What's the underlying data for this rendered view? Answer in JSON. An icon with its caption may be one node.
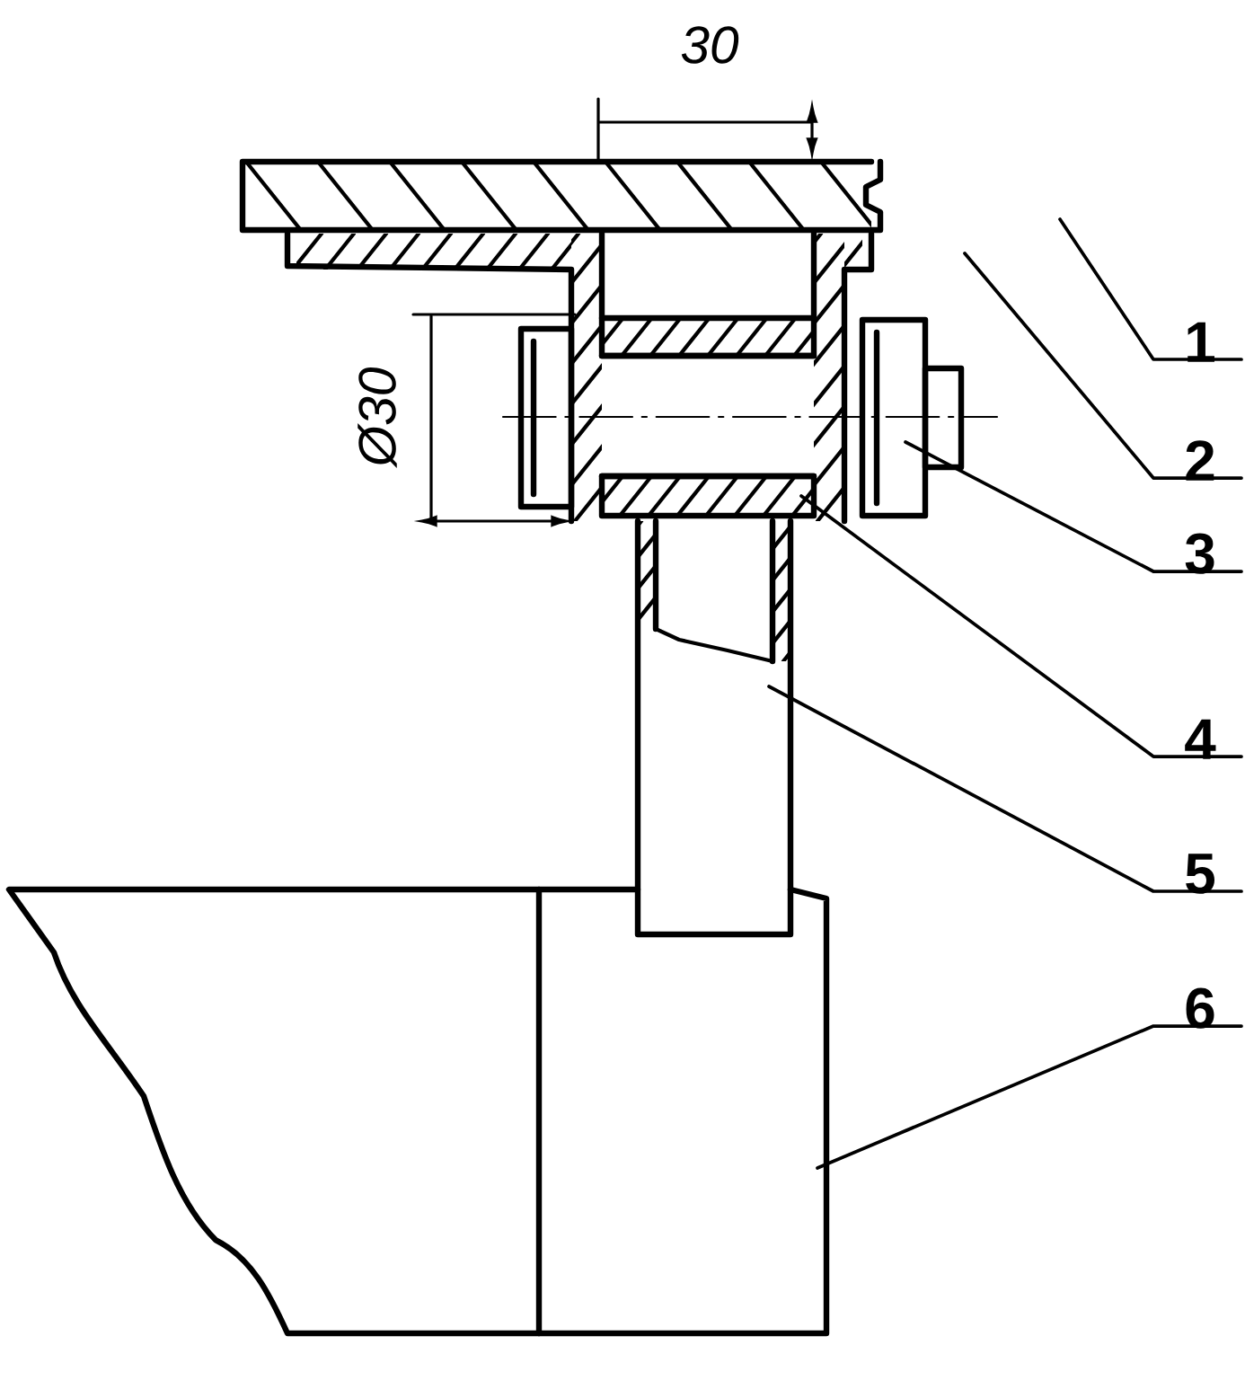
{
  "diagram": {
    "nodes": [
      {
        "text": [
          "1"
        ]
      },
      {
        "text": [
          "2"
        ]
      },
      {
        "text": [
          "3"
        ]
      },
      {
        "text": [
          "4"
        ]
      },
      {
        "text": [
          "5"
        ]
      },
      {
        "text": [
          "6"
        ]
      }
    ],
    "edges": [
      {
        "from": 0,
        "to": null,
        "arrow": "none"
      },
      {
        "from": 1,
        "to": null,
        "arrow": "none"
      },
      {
        "from": 2,
        "to": null,
        "arrow": "none"
      },
      {
        "from": 3,
        "to": null,
        "arrow": "none"
      },
      {
        "from": 4,
        "to": null,
        "arrow": "none"
      },
      {
        "from": 5,
        "to": null,
        "arrow": "none"
      }
    ],
    "labels": [
      "30",
      "Ø30"
    ]
  }
}
